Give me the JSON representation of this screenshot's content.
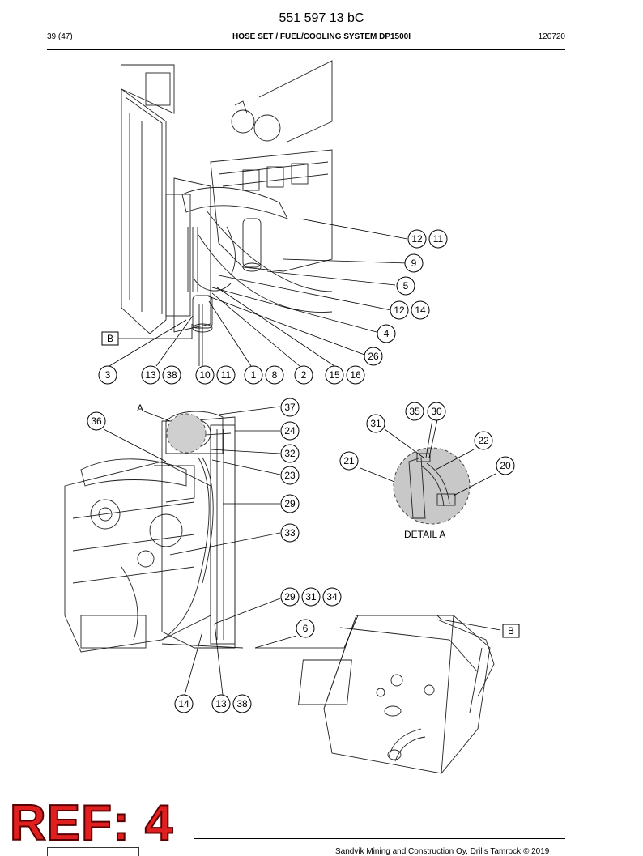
{
  "header": {
    "doc_number": "551 597 13 bC",
    "page": "39 (47)",
    "title": "HOSE SET / FUEL/COOLING SYSTEM DP1500I",
    "date_code": "120720"
  },
  "footer": {
    "copyright": "Sandvik Mining and Construction Oy, Drills Tamrock © 2019",
    "ref_stamp": "REF: 4"
  },
  "detail": {
    "label": "DETAIL A",
    "pointer_letter": "A"
  },
  "view_labels": [
    "B",
    "B"
  ],
  "callouts": {
    "top_view": [
      "12",
      "11",
      "9",
      "5",
      "12",
      "14",
      "4",
      "26",
      "3",
      "13",
      "38",
      "10",
      "11",
      "1",
      "8",
      "2",
      "15",
      "16"
    ],
    "lower_view": [
      "37",
      "24",
      "36",
      "32",
      "23",
      "29",
      "33",
      "29",
      "31",
      "34",
      "6",
      "14",
      "13",
      "38"
    ],
    "detail_view": [
      "35",
      "30",
      "31",
      "22",
      "21",
      "20"
    ]
  }
}
